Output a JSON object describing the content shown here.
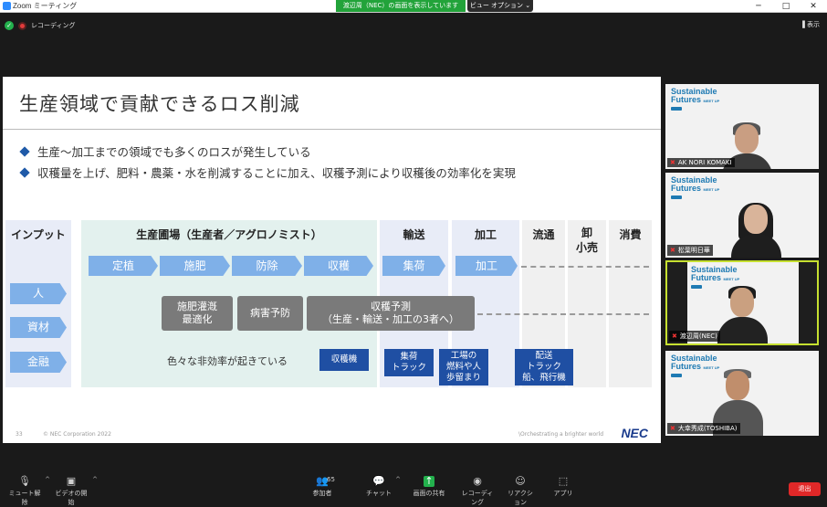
{
  "window": {
    "title": "Zoom ミーティング",
    "buttons": [
      "─",
      "□",
      "✕"
    ],
    "share_banner": "渡辺周（NEC）の画面を表示しています",
    "view_options": "ビュー オプション ⌄"
  },
  "top": {
    "recording_label": "レコーディング",
    "display_label": "表示"
  },
  "slide": {
    "title": "生産領域で貢献できるロス削減",
    "bullets": [
      "生産～加工までの領域でも多くのロスが発生している",
      "収穫量を上げ、肥料・農薬・水を削減することに加え、収穫予測により収穫後の効率化を実現"
    ],
    "headers": {
      "input": "インプット",
      "farm": "生産圃場（生産者／アグロノミスト）",
      "transport": "輸送",
      "processing": "加工",
      "distribution": "流通",
      "wholesale": "卸\n小売",
      "consumption": "消費"
    },
    "farm_steps": [
      "定植",
      "施肥",
      "防除",
      "収穫"
    ],
    "transport_step": "集荷",
    "processing_step": "加工",
    "inputs": [
      "人",
      "資材",
      "金融"
    ],
    "solutions": {
      "fertigation": "施肥灌漑\n最適化",
      "disease": "病害予防",
      "forecast": "収穫予測\n（生産・輸送・加工の3者へ）"
    },
    "inefficiency_label": "色々な非効率が起きている",
    "callouts": [
      "収穫機",
      "集荷\nトラック",
      "工場の\n燃料や人\n歩留まり",
      "配送\nトラック\n船、飛行機"
    ],
    "page_number": "33",
    "copyright": "© NEC Corporation 2022",
    "tagline": "\\Orchestrating a brighter world",
    "logo": "NEC"
  },
  "gallery": [
    {
      "name": "AK NORI KOMAKI",
      "logo_line1": "Sustainable",
      "logo_line2": "Futures",
      "meetup": "MEET UP"
    },
    {
      "name": "松葉明日華",
      "logo_line1": "Sustainable",
      "logo_line2": "Futures",
      "meetup": "MEET UP"
    },
    {
      "name": "渡辺周(NEC)",
      "logo_line1": "Sustainable",
      "logo_line2": "Futures",
      "meetup": "MEET UP"
    },
    {
      "name": "大幸秀成(TOSHIBA)",
      "logo_line1": "Sustainable",
      "logo_line2": "Futures",
      "meetup": "MEET UP"
    }
  ],
  "toolbar": {
    "mute": "ミュート解除",
    "video": "ビデオの開始",
    "participants": "参加者",
    "participants_count": "65",
    "chat": "チャット",
    "share": "画面の共有",
    "record": "レコーディング",
    "reactions": "リアクション",
    "apps": "アプリ",
    "leave": "退出"
  },
  "colors": {
    "accent_green": "#23b14d",
    "leave_red": "#e02828",
    "slide_blue": "#1f4fa3",
    "chevron_blue": "#7fb0e8",
    "active_speaker": "#c6e030"
  }
}
